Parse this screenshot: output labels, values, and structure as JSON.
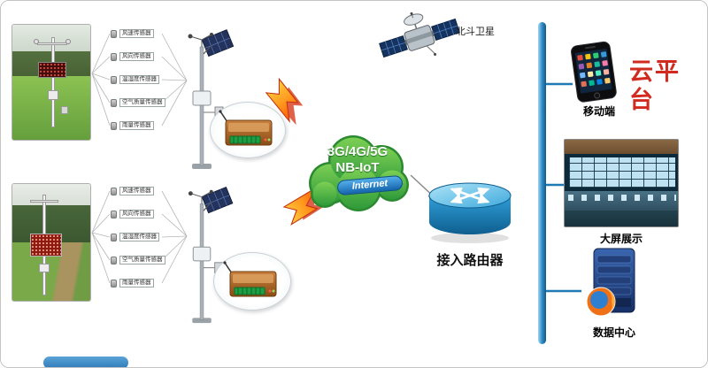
{
  "platform": {
    "label": "云平台"
  },
  "satellite": {
    "label": "北斗卫星"
  },
  "network": {
    "cloud_line1": "3G/4G/5G",
    "cloud_line2": "NB-IoT",
    "internet_label": "Internet",
    "router_label": "接入路由器"
  },
  "stations": [
    {
      "sensors": [
        "风速传感器",
        "风向传感器",
        "温湿度传感器",
        "空气质量传感器",
        "雨量传感器"
      ]
    },
    {
      "sensors": [
        "风速传感器",
        "风向传感器",
        "温湿度传感器",
        "空气质量传感器",
        "雨量传感器"
      ]
    }
  ],
  "endpoints": {
    "mobile": {
      "label": "移动端"
    },
    "screen": {
      "label": "大屏展示"
    },
    "datacenter": {
      "label": "数据中心"
    }
  },
  "colors": {
    "cloud_green": "#3f9e3c",
    "link_blue": "#1f79b4",
    "platform_red": "#d12b1f",
    "bolt_orange": "#ff8a00"
  }
}
